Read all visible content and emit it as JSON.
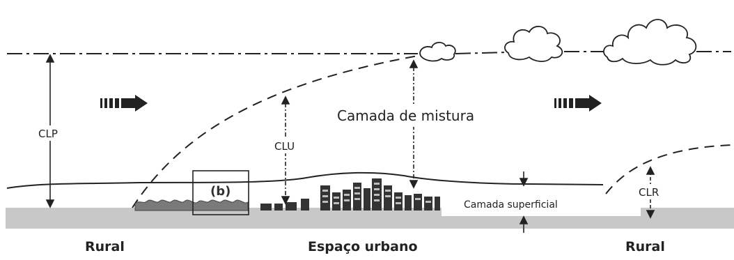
{
  "labels": {
    "clp": "CLP",
    "clu": "CLU",
    "clr": "CLR",
    "mixing_layer": "Camada de mistura",
    "surface_layer": "Camada superficial",
    "inset": "(b)",
    "rural_left": "Rural",
    "urban_space": "Espaço urbano",
    "rural_right": "Rural"
  },
  "icons": {
    "wind_arrow": "wind-arrow-icon",
    "cloud": "cloud-icon",
    "building": "building-icon"
  },
  "colors": {
    "ground": "#c8c8c8",
    "line": "#222222",
    "building": "#333333",
    "vegetation": "#7a7a7a"
  }
}
